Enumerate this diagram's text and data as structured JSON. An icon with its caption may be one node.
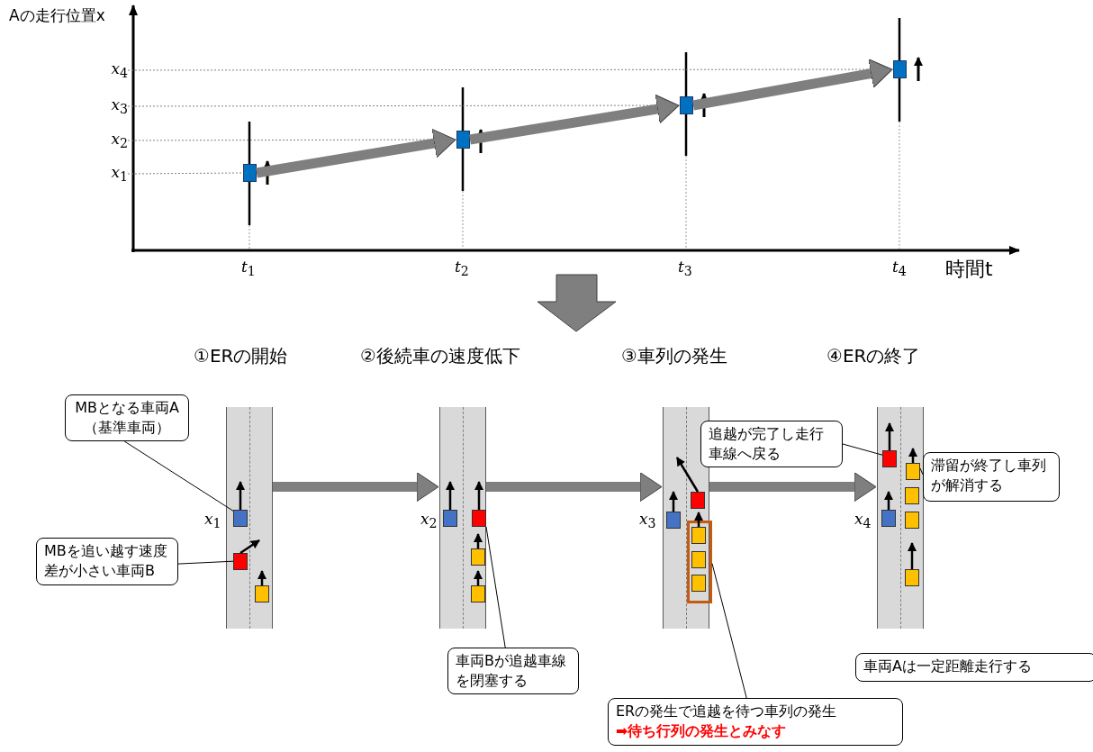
{
  "diagram": {
    "nodes": [
      {
        "text": [],
        "shape": "box"
      },
      {
        "text": [],
        "shape": "box"
      },
      {
        "text": [],
        "shape": "box"
      },
      {
        "text": [],
        "shape": "box"
      },
      {
        "text": [],
        "shape": "box"
      },
      {
        "text": [],
        "shape": "box"
      },
      {
        "text": [],
        "shape": "box"
      },
      {
        "text": [],
        "shape": "box"
      },
      {
        "text": [
          "MBとなる車両A（基準車両）"
        ]
      },
      {
        "text": [],
        "shape": "box",
        "in": 4
      },
      {
        "text": [
          "MBを追い越す速度差が小さい車両B"
        ]
      },
      {
        "text": [],
        "shape": "box",
        "in": 4
      },
      {
        "text": [
          "車両Bが追越車線を閉塞する"
        ]
      },
      {
        "text": [],
        "shape": "box",
        "in": 5
      },
      {
        "text": [
          "ERの発生で追越を待つ車列の発生",
          "➡待ち行列の発生とみなす"
        ]
      },
      {
        "text": [],
        "shape": "box",
        "in": 6
      },
      {
        "text": [
          "追越が完了し走行車線へ戻る"
        ]
      },
      {
        "text": [],
        "shape": "box",
        "in": 7
      },
      {
        "text": [
          "滞留が終了し車列が解消する"
        ]
      },
      {
        "text": [],
        "shape": "box",
        "in": 7
      },
      {
        "text": [
          "車両Aは一定距離走行する"
        ]
      },
      {
        "text": [
          "*x*$_{4}$"
        ]
      },
      {
        "text": [
          "*x*$_{3}$"
        ]
      },
      {
        "text": [
          "*x*$_{2}$"
        ]
      },
      {
        "text": [
          "*x*$_{1}$"
        ]
      }
    ],
    "edges": [
      {
        "from": 0,
        "to": 1,
        "arrow": "to",
        "style": "thick",
        "color": "#7f7f7f"
      },
      {
        "from": 1,
        "to": 2,
        "arrow": "to",
        "style": "thick",
        "color": "#7f7f7f"
      },
      {
        "from": 2,
        "to": 3,
        "arrow": "to",
        "style": "thick",
        "color": "#7f7f7f"
      },
      {
        "from": 4,
        "to": 5,
        "arrow": "to",
        "style": "thick",
        "color": "#7f7f7f"
      },
      {
        "from": 5,
        "to": 6,
        "arrow": "to",
        "style": "thick",
        "color": "#7f7f7f"
      },
      {
        "from": 6,
        "to": 7,
        "arrow": "to",
        "style": "thick",
        "color": "#7f7f7f"
      },
      {
        "from": 8,
        "to": 9,
        "arrow": "none",
        "color": "#000000"
      },
      {
        "from": 10,
        "to": 11,
        "arrow": "none",
        "color": "#000000"
      },
      {
        "from": 12,
        "to": 13,
        "arrow": "none",
        "color": "#000000"
      },
      {
        "from": 14,
        "to": 15,
        "arrow": "none",
        "color": "#000000"
      },
      {
        "from": 16,
        "to": 17,
        "arrow": "none",
        "color": "#000000"
      },
      {
        "from": 18,
        "to": 19,
        "arrow": "none",
        "color": "#000000"
      },
      {
        "from": 21,
        "to": 3,
        "arrow": "none",
        "style": "dashed",
        "color": "#808080"
      },
      {
        "from": 22,
        "to": 2,
        "arrow": "none",
        "style": "dashed",
        "color": "#808080"
      },
      {
        "from": 23,
        "to": 1,
        "arrow": "none",
        "style": "dashed",
        "color": "#808080"
      },
      {
        "from": 24,
        "to": 0,
        "arrow": "none",
        "style": "dashed",
        "color": "#808080"
      }
    ],
    "labels": [
      "Aの走行位置x",
      "*t*$_{1}$",
      "*t*$_{2}$",
      "*t*$_{3}$",
      "*t*$_{4}$",
      "時間t",
      "①ERの開始",
      "②後続車の速度低下",
      "③車列の発生",
      "④ERの終了",
      "*x*$_{1}$",
      "*x*$_{2}$",
      "*x*$_{3}$",
      "*x*$_{4}$"
    ]
  }
}
